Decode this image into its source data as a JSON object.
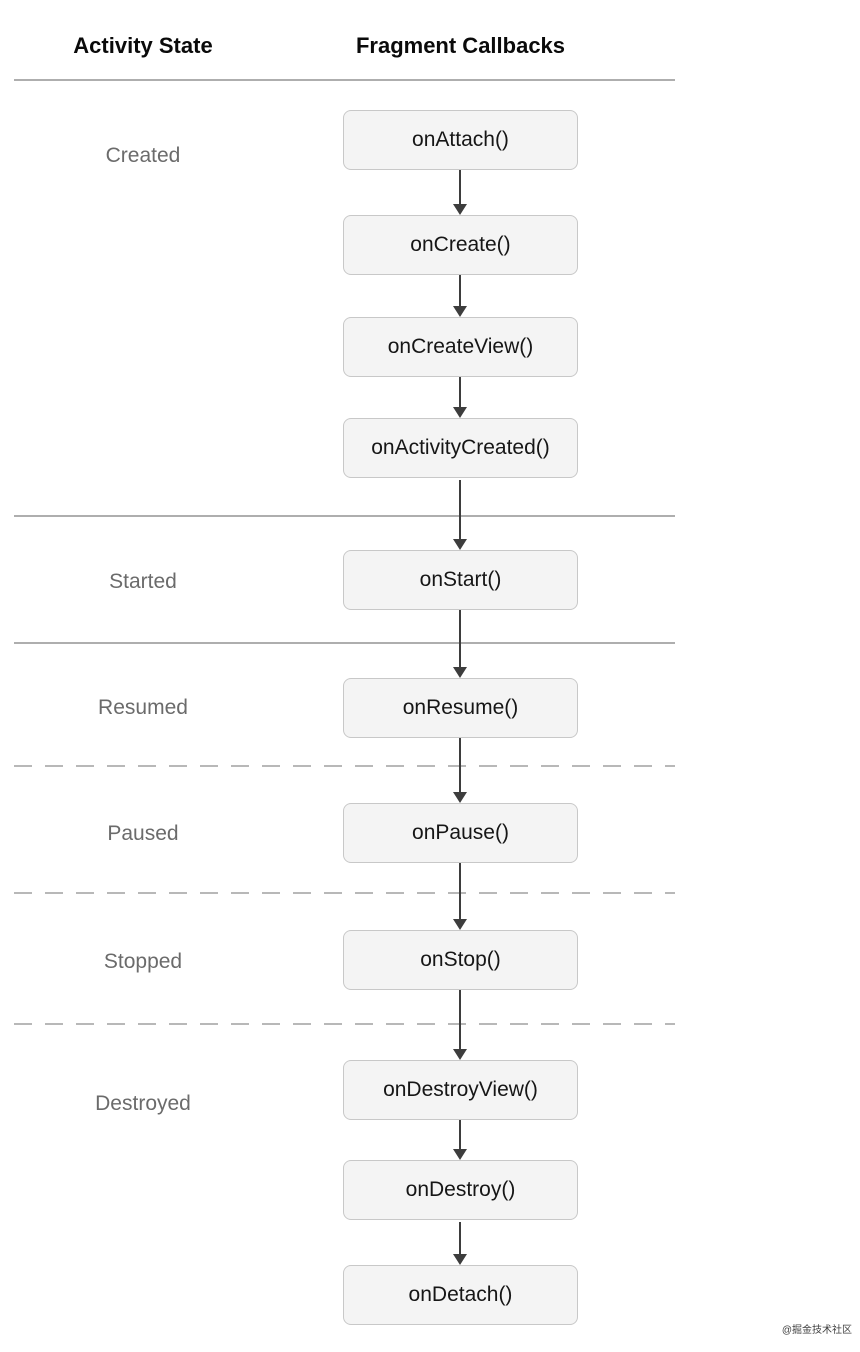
{
  "header": {
    "activity_state": "Activity State",
    "fragment_callbacks": "Fragment Callbacks"
  },
  "sections": [
    {
      "state": "Created",
      "divider_above": "solid",
      "callbacks": [
        "onAttach()",
        "onCreate()",
        "onCreateView()",
        "onActivityCreated()"
      ]
    },
    {
      "state": "Started",
      "divider_above": "solid",
      "callbacks": [
        "onStart()"
      ]
    },
    {
      "state": "Resumed",
      "divider_above": "solid",
      "callbacks": [
        "onResume()"
      ]
    },
    {
      "state": "Paused",
      "divider_above": "dashed",
      "callbacks": [
        "onPause()"
      ]
    },
    {
      "state": "Stopped",
      "divider_above": "dashed",
      "callbacks": [
        "onStop()"
      ]
    },
    {
      "state": "Destroyed",
      "divider_above": "dashed",
      "callbacks": [
        "onDestroyView()",
        "onDestroy()",
        "onDetach()"
      ]
    }
  ],
  "watermark": {
    "text": "@掘金技术社区"
  },
  "colors": {
    "box_fill": "#f4f4f4",
    "box_border": "#c8c8c8",
    "box_text": "#161616",
    "state_label_text": "#6b6b6b",
    "header_text": "#0a0a0a",
    "solid_divider": "#aeaeae",
    "dashed_divider": "#b8b8b8",
    "arrow": "#3d3d3d"
  }
}
